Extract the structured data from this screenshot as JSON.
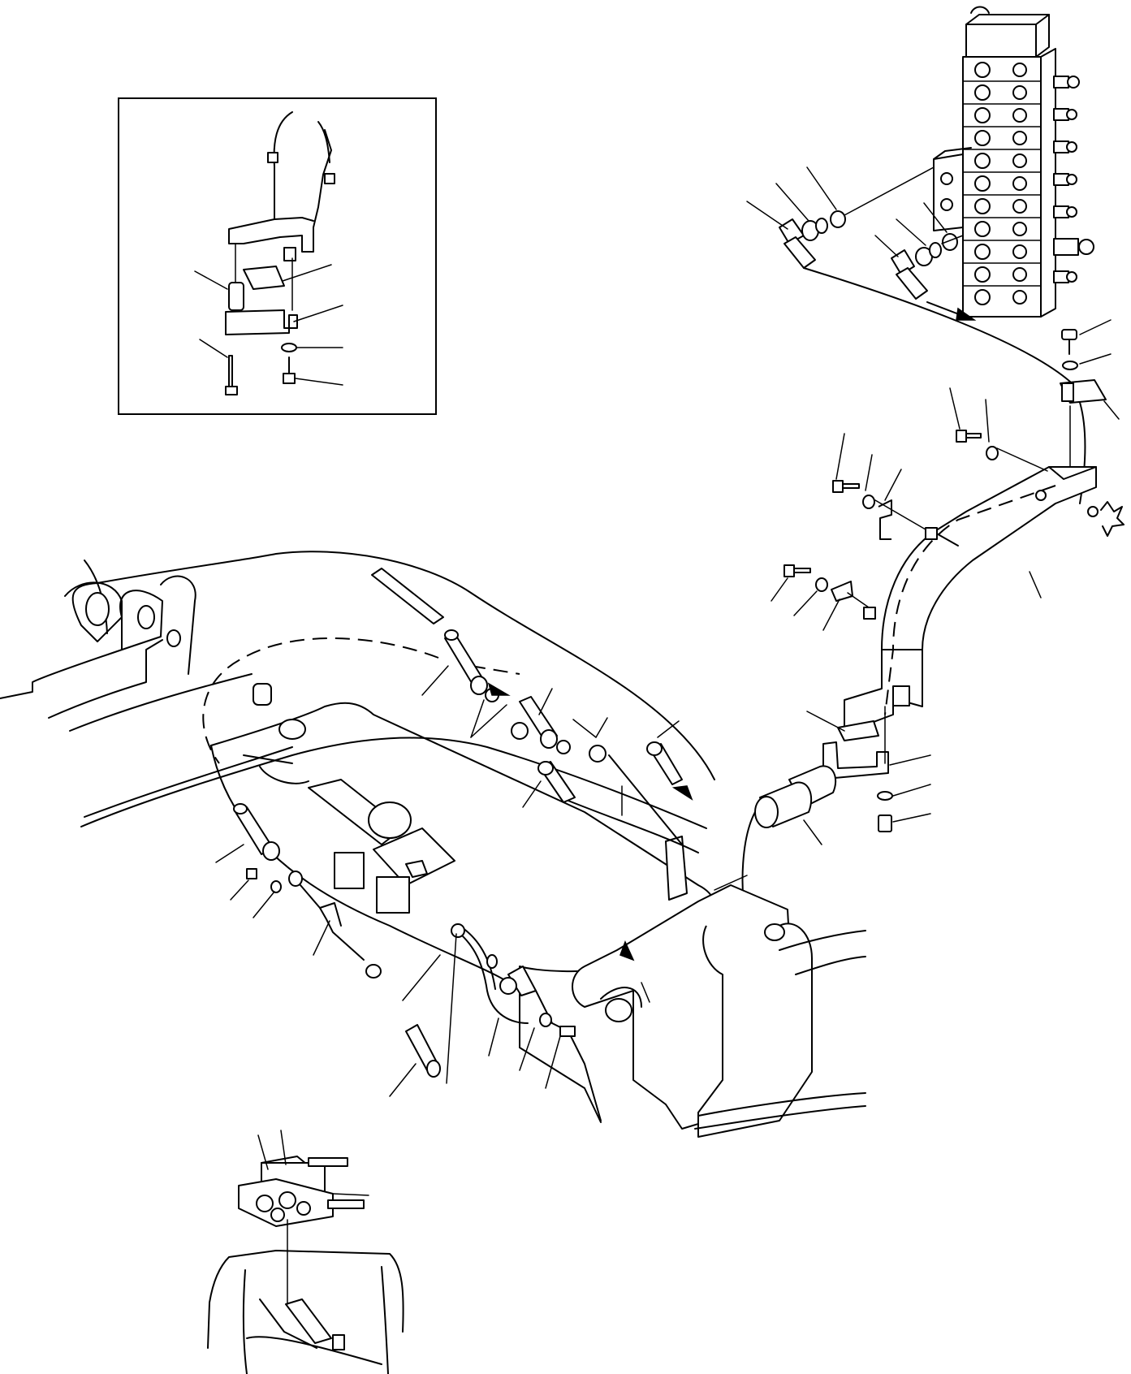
{
  "diagram": {
    "style": "line-art exploded parts view, black on white",
    "groups": [
      {
        "name": "inset-boom-clamp-detail",
        "items": [
          "clamp-block",
          "spacer",
          "clamp-bracket",
          "washer",
          "bolt",
          "long-bolt"
        ]
      },
      {
        "name": "control-valve-connection",
        "items": [
          "control-valve",
          "o-ring",
          "adapter",
          "elbow-hose-end",
          "hose"
        ]
      },
      {
        "name": "boom-hose-routing",
        "items": [
          "hose-bracket",
          "hose-clamp",
          "washer",
          "bolt",
          "protector-sleeve",
          "hose-ends"
        ]
      },
      {
        "name": "arm-tube-routing",
        "items": [
          "tube",
          "clamp",
          "washer",
          "bolt",
          "hose-end"
        ]
      },
      {
        "name": "bottom-clamp-detail",
        "items": [
          "tube-clamp-block",
          "tubes"
        ]
      }
    ]
  }
}
